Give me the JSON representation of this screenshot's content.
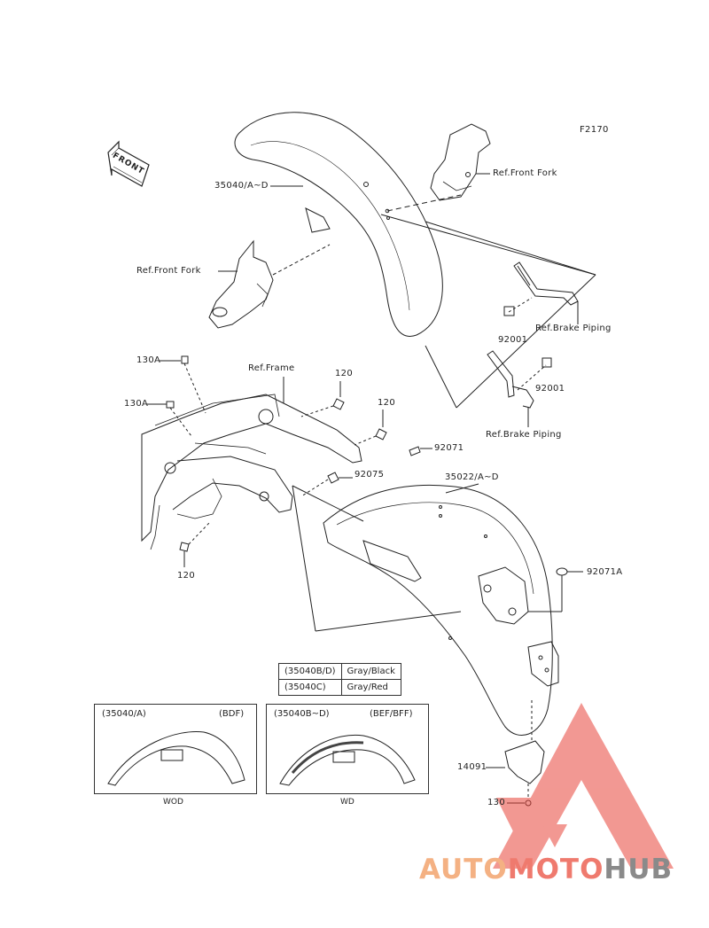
{
  "figure_code": "F2170",
  "front_arrow_label": "FRONT",
  "callouts": {
    "front_fender": "35040/A~D",
    "ref_front_fork_right": "Ref.Front Fork",
    "ref_front_fork_left": "Ref.Front Fork",
    "bolt_92001_a": "92001",
    "ref_brake_piping_a": "Ref.Brake Piping",
    "bolt_92001_b": "92001",
    "ref_brake_piping_b": "Ref.Brake Piping",
    "bolt_130a_top": "130A",
    "bolt_130a_mid": "130A",
    "ref_frame": "Ref.Frame",
    "bolt_120_a": "120",
    "bolt_120_b": "120",
    "bolt_120_c": "120",
    "part_92071": "92071",
    "part_92075": "92075",
    "rear_fender": "35022/A~D",
    "part_92071a": "92071A",
    "part_14091": "14091",
    "part_130": "130"
  },
  "color_table": [
    {
      "code": "(35040B/D)",
      "color": "Gray/Black"
    },
    {
      "code": "(35040C)",
      "color": "Gray/Red"
    }
  ],
  "inset_left": {
    "part": "(35040/A)",
    "variant": "(BDF)",
    "caption": "WOD"
  },
  "inset_right": {
    "part": "(35040B~D)",
    "variant": "(BEF/BFF)",
    "caption": "WD"
  },
  "watermark": {
    "part1": "AUTO",
    "part2": "MOTO",
    "part3": "HUB"
  },
  "colors": {
    "line": "#222222",
    "watermark_red": "#e8443a",
    "watermark_orange": "#f4b183",
    "watermark_gray": "#8a8a8a"
  }
}
